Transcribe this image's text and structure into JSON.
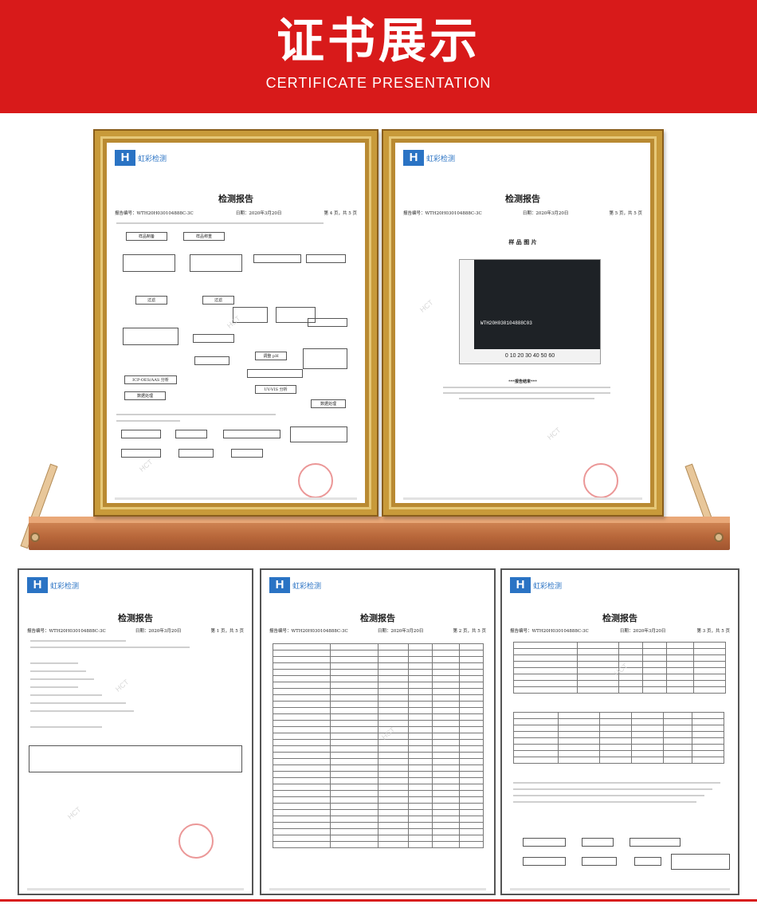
{
  "header": {
    "title": "证书展示",
    "subtitle": "CERTIFICATE PRESENTATION",
    "background_color": "#d81a1a"
  },
  "brand": {
    "logo_mark": "H",
    "logo_name": "虹彩检测",
    "watermark": "HCT"
  },
  "certificates": [
    {
      "title": "检测报告",
      "report_no": "报告编号：WTH20H030104888C-3C",
      "date": "日期：2020年3月20日",
      "page": "第 4 页，共 5 页",
      "flow_boxes": [
        "样品制备",
        "样品称重",
        "过滤",
        "过滤",
        "调整 pH",
        "UV-VIS 分析",
        "数据处理",
        "ICP-OES/AAS 分析",
        "数据处理"
      ]
    },
    {
      "title": "检测报告",
      "report_no": "报告编号：WTH20H030104888C-3C",
      "date": "日期：2020年3月20日",
      "page": "第 5 页，共 5 页",
      "section": "样 品 图 片",
      "sample_code": "WTH20H030104888C03",
      "ruler": "0 10 20 30 40 50 60",
      "end_note": "***报告结束***"
    }
  ],
  "documents": [
    {
      "title": "检测报告",
      "report_no": "报告编号：WTH20H030104888C-3C",
      "date": "日期：2020年3月20日",
      "page": "第 1 页，共 5 页"
    },
    {
      "title": "检测报告",
      "report_no": "报告编号：WTH20H030104888C-3C",
      "date": "日期：2020年3月20日",
      "page": "第 2 页，共 5 页"
    },
    {
      "title": "检测报告",
      "report_no": "报告编号：WTH20H030104888C-3C",
      "date": "日期：2020年3月20日",
      "page": "第 3 页，共 5 页"
    }
  ]
}
